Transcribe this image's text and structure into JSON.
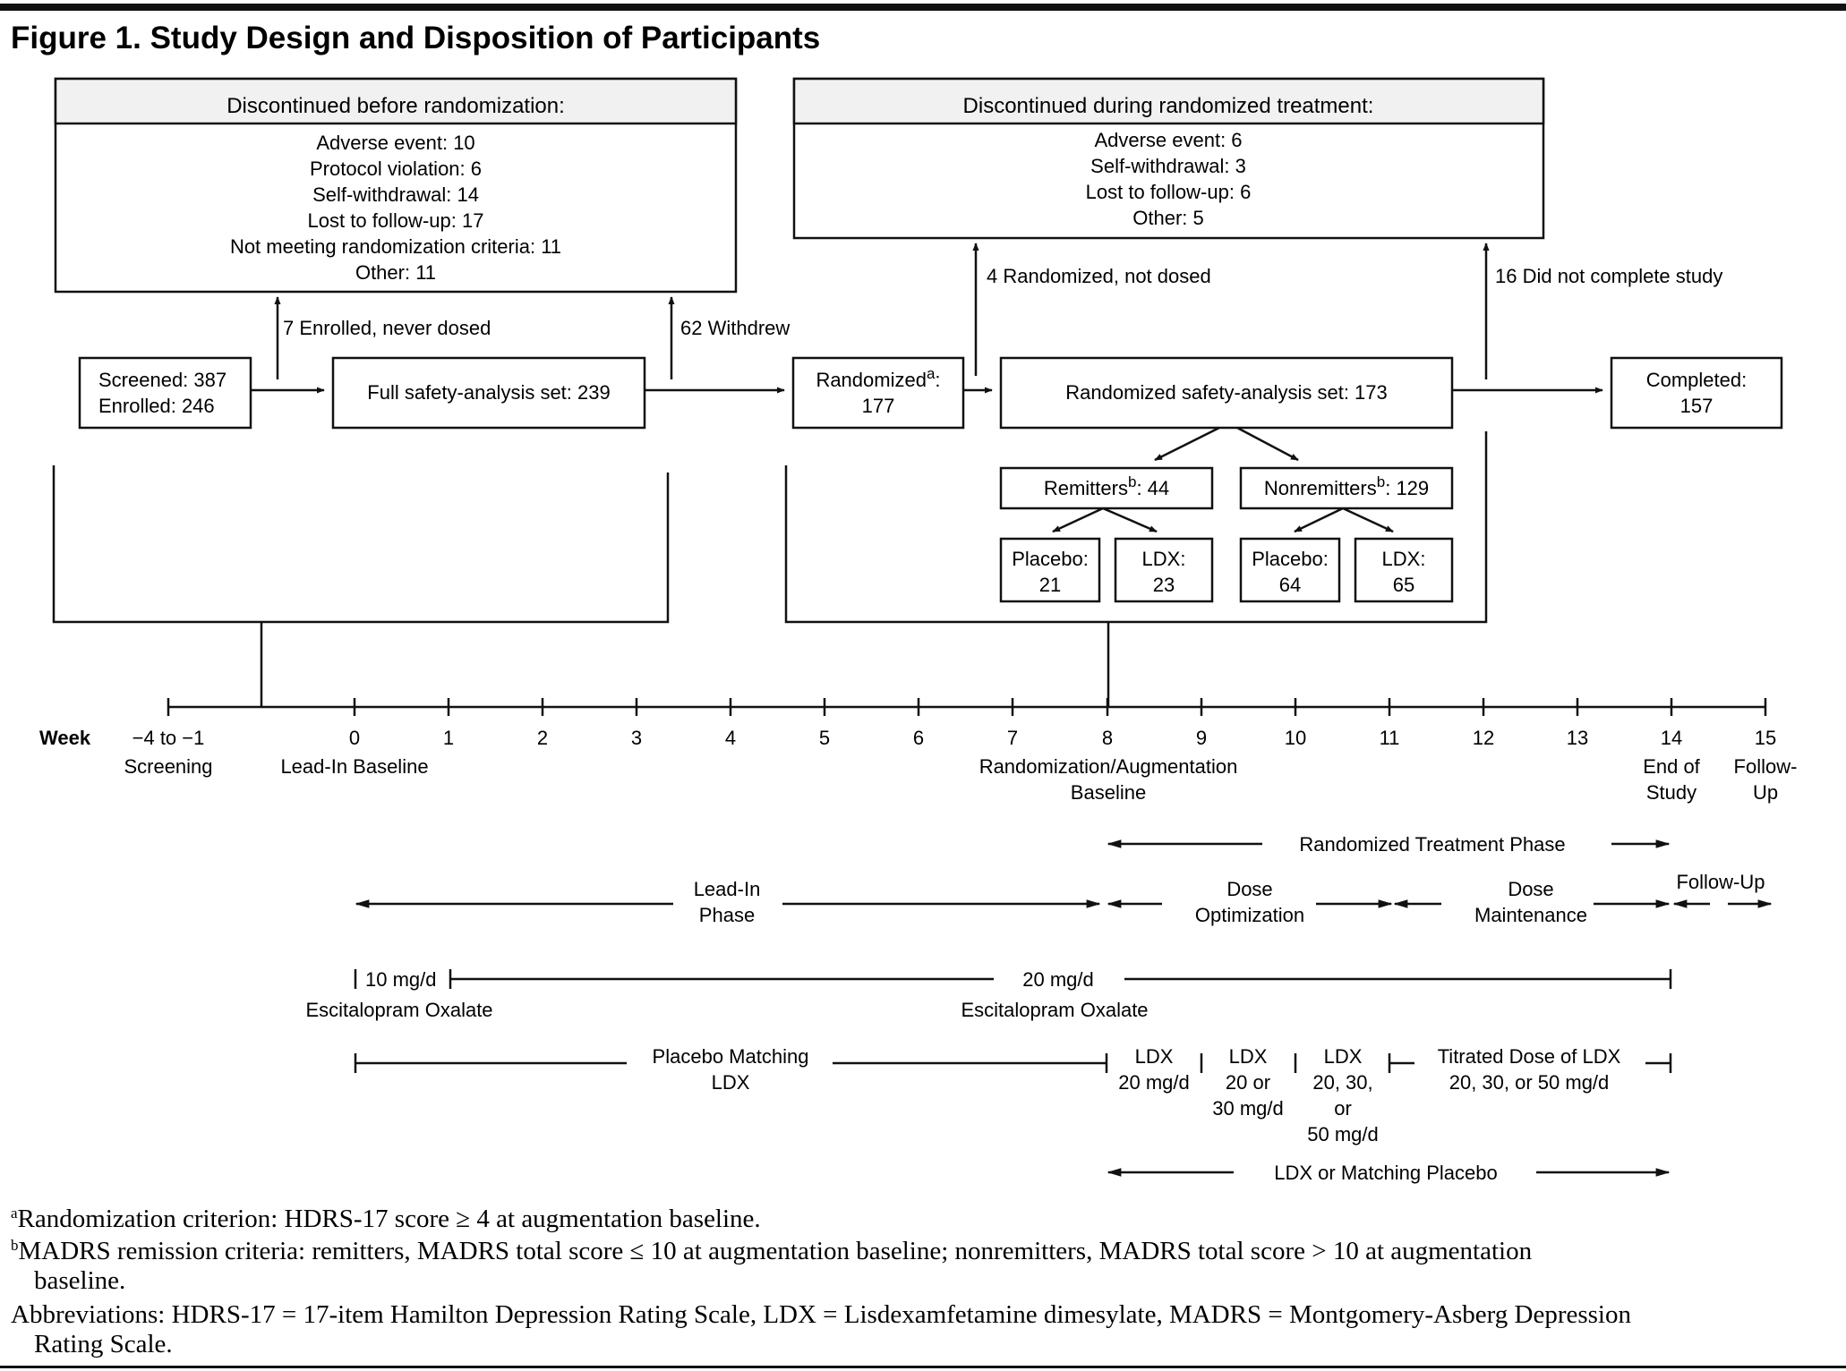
{
  "figure": {
    "title": "Figure 1. Study Design and Disposition of Participants"
  },
  "pre_randomization_box": {
    "header": "Discontinued before randomization:",
    "lines": [
      "Adverse event: 10",
      "Protocol violation: 6",
      "Self-withdrawal: 14",
      "Lost to follow-up: 17",
      "Not meeting randomization criteria: 11",
      "Other: 11"
    ]
  },
  "randomized_box": {
    "header": "Discontinued during randomized treatment:",
    "lines": [
      "Adverse event: 6",
      "Self-withdrawal: 3",
      "Lost to follow-up: 6",
      "Other: 5"
    ]
  },
  "flow_labels": {
    "enrolled_never_dosed": "7 Enrolled, never dosed",
    "withdrew": "62 Withdrew",
    "randomized_not_dosed": "4 Randomized, not dosed",
    "did_not_complete": "16 Did not complete study"
  },
  "nodes": {
    "screened": "Screened: 387",
    "enrolled": "Enrolled:  246",
    "full_safety": "Full safety-analysis set: 239",
    "randomized_label": "Randomized",
    "randomized_sup": "a",
    "randomized_colon": ":",
    "randomized_count": "177",
    "rand_safety": "Randomized safety-analysis set: 173",
    "completed_label": "Completed:",
    "completed_count": "157",
    "remitters_label": "Remitters",
    "remitters_sup": "b",
    "remitters_count": ": 44",
    "nonremitters_label": "Nonremitters",
    "nonremitters_sup": "b",
    "nonremitters_count": ": 129",
    "rem_placebo_label": "Placebo:",
    "rem_placebo_count": "21",
    "rem_ldx_label": "LDX:",
    "rem_ldx_count": "23",
    "non_placebo_label": "Placebo:",
    "non_placebo_count": "64",
    "non_ldx_label": "LDX:",
    "non_ldx_count": "65"
  },
  "timeline": {
    "week_label": "Week",
    "ticks": [
      "−4 to −1",
      "0",
      "1",
      "2",
      "3",
      "4",
      "5",
      "6",
      "7",
      "8",
      "9",
      "10",
      "11",
      "12",
      "13",
      "14",
      "15"
    ],
    "screening": "Screening",
    "lead_in_baseline": "Lead-In Baseline",
    "rand_aug_1": "Randomization/Augmentation",
    "rand_aug_2": "Baseline",
    "end_of_1": "End of",
    "end_of_2": "Study",
    "follow_1": "Follow-",
    "follow_2": "Up"
  },
  "phases": {
    "randomized_treatment": "Randomized Treatment Phase",
    "lead_in_1": "Lead-In",
    "lead_in_2": "Phase",
    "dose_opt_1": "Dose",
    "dose_opt_2": "Optimization",
    "dose_maint_1": "Dose",
    "dose_maint_2": "Maintenance",
    "follow_up": "Follow-Up"
  },
  "dosing": {
    "esc_10": "10 mg/d",
    "esc_label_1": "Escitalopram Oxalate",
    "esc_20": "20 mg/d",
    "esc_label_2": "Escitalopram Oxalate",
    "placebo_match_1": "Placebo Matching",
    "placebo_match_2": "LDX",
    "ldx_a_1": "LDX",
    "ldx_a_2": "20 mg/d",
    "ldx_b_1": "LDX",
    "ldx_b_2": "20 or",
    "ldx_b_3": "30 mg/d",
    "ldx_c_1": "LDX",
    "ldx_c_2": "20, 30,",
    "ldx_c_3": "or",
    "ldx_c_4": "50 mg/d",
    "titrated_1": "Titrated Dose of LDX",
    "titrated_2": "20, 30, or 50 mg/d",
    "ldx_or_placebo": "LDX or Matching Placebo"
  },
  "footnotes": {
    "a_mark": "a",
    "a_text": "Randomization criterion: HDRS-17 score ≥ 4 at augmentation baseline.",
    "b_mark": "b",
    "b_text_1": "MADRS remission criteria: remitters, MADRS total score ≤ 10 at augmentation baseline; nonremitters, MADRS total score > 10 at augmentation",
    "b_text_2": "baseline.",
    "abbr_1": "Abbreviations: HDRS-17 = 17-item Hamilton Depression Rating Scale, LDX = Lisdexamfetamine dimesylate, MADRS = Montgomery-Asberg Depression",
    "abbr_2": "Rating Scale."
  }
}
